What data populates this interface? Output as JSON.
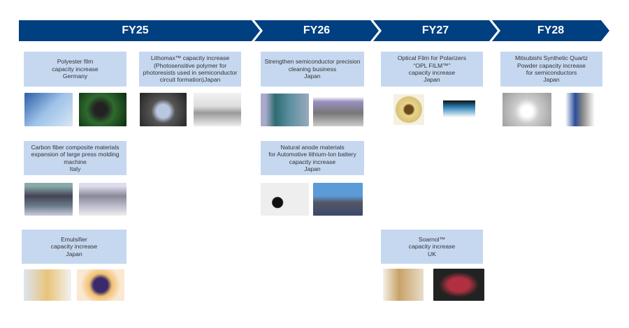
{
  "timeline": {
    "years": [
      "FY25",
      "FY26",
      "FY27",
      "FY28"
    ],
    "bar_color": "#003f80",
    "box_color": "#c6d8f0"
  },
  "projects": {
    "polyester": {
      "text": "Polyester film\ncapacity increase\nGermany",
      "images": [
        "polyester-film-roll",
        "circuit-board"
      ]
    },
    "lithomax": {
      "text": "Lithomax™ capacity increase\n(Photosensitive polymer for\nphotoresists used in semiconductor\ncircuit formation)Japan",
      "images": [
        "lithomax-container",
        "photoresist-diagram"
      ]
    },
    "carbon": {
      "text": "Carbon fiber composite materials\nexpansion of large press molding\nmachine\nItaly",
      "images": [
        "factory-line",
        "car-assembly"
      ]
    },
    "emulsifier": {
      "text": "Emulsifier\ncapacity increase\nJapan",
      "images": [
        "emulsifier-products",
        "blueberry-cake"
      ]
    },
    "cleaning": {
      "text": "Strengthen semiconductor precision\ncleaning business\nJapan",
      "images": [
        "cleaning-parts",
        "cleaning-machine"
      ]
    },
    "anode": {
      "text": "Natural anode materials\nfor Automotive lithium-Ion battery\ncapacity increase\nJapan",
      "images": [
        "anode-powder",
        "plant"
      ]
    },
    "opl": {
      "text": "Optical Film for Polarizers\n“OPL FILM™”\ncapacity increase\nJapan",
      "images": [
        "film-roll",
        "television"
      ]
    },
    "soarnol": {
      "text": "Soarnol™\ncapacity increase\nUK",
      "images": [
        "food-packages",
        "packaged-meat"
      ]
    },
    "quartz": {
      "text": "Mitsubishi Synthetic Quartz\nPowder capacity increase\nfor semiconductors\nJapan",
      "images": [
        "quartz-powder",
        "quartz-process-diagram"
      ]
    }
  }
}
